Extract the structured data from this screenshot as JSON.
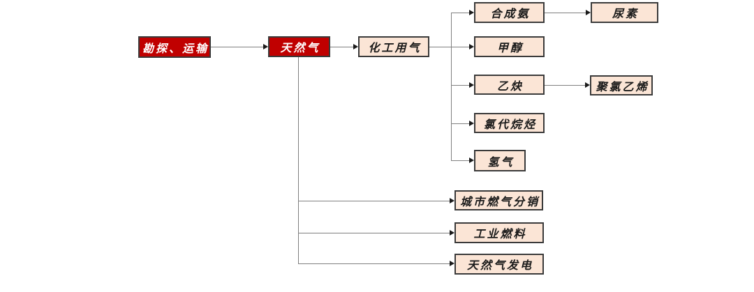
{
  "diagram": {
    "description_type": "flowchart",
    "colors": {
      "primary_red": "#c00000",
      "node_fill": "#fbe5d6",
      "node_border": "#3a3a3a",
      "line_color": "#7f7f7f",
      "arrow_color": "#1a1a1a",
      "text_dark": "#1a1a1a",
      "text_light": "#ffffff"
    },
    "nodes": {
      "exploration_transport": {
        "label": "勘探、运输"
      },
      "natural_gas": {
        "label": "天然气"
      },
      "chemical_gas": {
        "label": "化工用气"
      },
      "synthetic_ammonia": {
        "label": "合成氨"
      },
      "urea": {
        "label": "尿素"
      },
      "methanol": {
        "label": "甲醇"
      },
      "acetylene": {
        "label": "乙炔"
      },
      "pvc": {
        "label": "聚氯乙烯"
      },
      "chlorinated_alkanes": {
        "label": "氯代烷烃"
      },
      "hydrogen": {
        "label": "氢气"
      },
      "city_gas_distribution": {
        "label": "城市燃气分销"
      },
      "industrial_fuel": {
        "label": "工业燃料"
      },
      "gas_power_generation": {
        "label": "天然气发电"
      }
    },
    "edges": [
      "勘探、运输 → 天然气",
      "天然气 → 化工用气",
      "化工用气 → 合成氨",
      "化工用气 → 甲醇",
      "化工用气 → 乙炔",
      "化工用气 → 氯代烷烃",
      "化工用气 → 氢气",
      "合成氨 → 尿素",
      "乙炔 → 聚氯乙烯",
      "天然气 → 城市燃气分销",
      "天然气 → 工业燃料",
      "天然气 → 天然气发电"
    ]
  }
}
